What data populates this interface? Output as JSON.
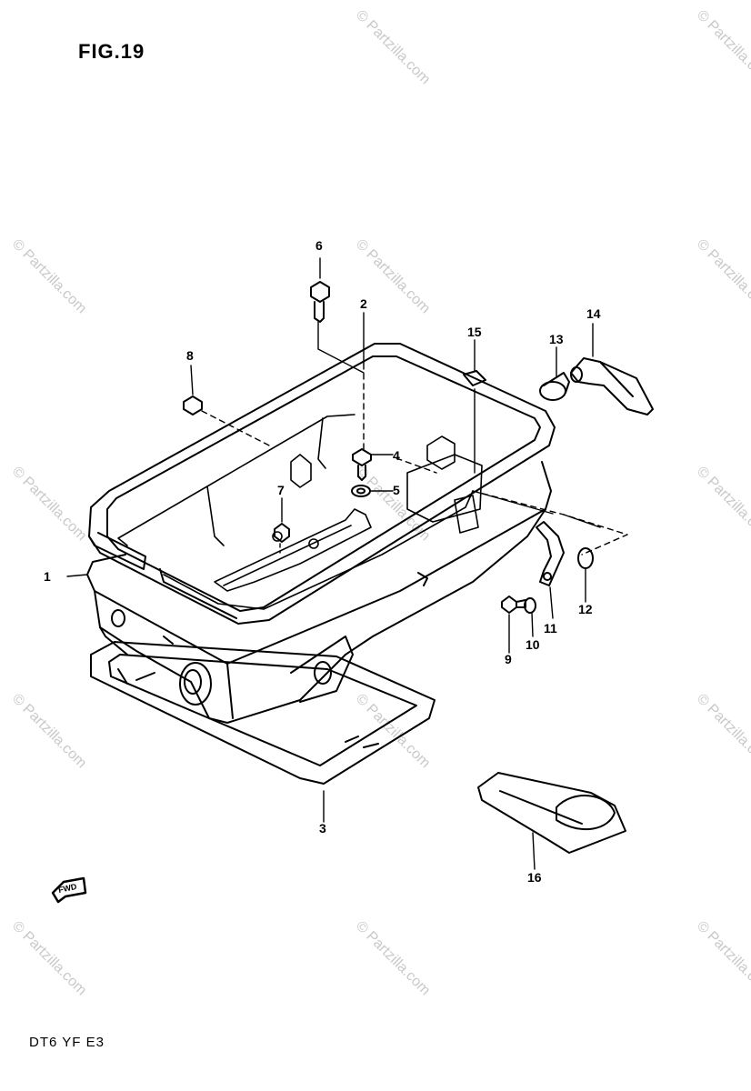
{
  "figure_title": "FIG.19",
  "footer_code": "DT6 YF E3",
  "fwd_label": "FWD",
  "watermark": "© Partzilla.com",
  "callouts": {
    "c1": "1",
    "c2": "2",
    "c3": "3",
    "c4": "4",
    "c5": "5",
    "c6": "6",
    "c7": "7",
    "c8": "8",
    "c9": "9",
    "c10": "10",
    "c11": "11",
    "c12": "12",
    "c13": "13",
    "c14": "14",
    "c15": "15",
    "c16": "16"
  }
}
